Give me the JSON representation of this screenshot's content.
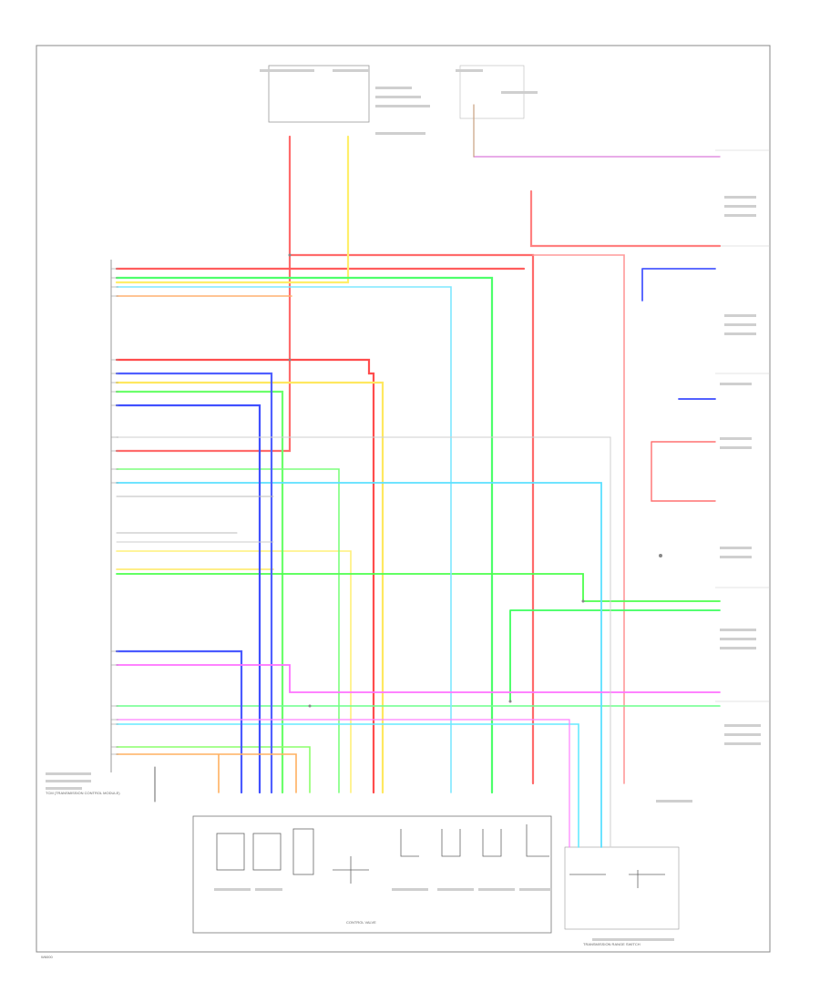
{
  "diagram": {
    "footer_code": "W6000",
    "components": {
      "tcm_label": "TCM (TRANSMISSION CONTROL MODULE)",
      "ecm_label": "",
      "control_valve_label": "CONTROL VALVE",
      "transmission_range_label": "TRANSMISSION RANGE SWITCH"
    }
  }
}
